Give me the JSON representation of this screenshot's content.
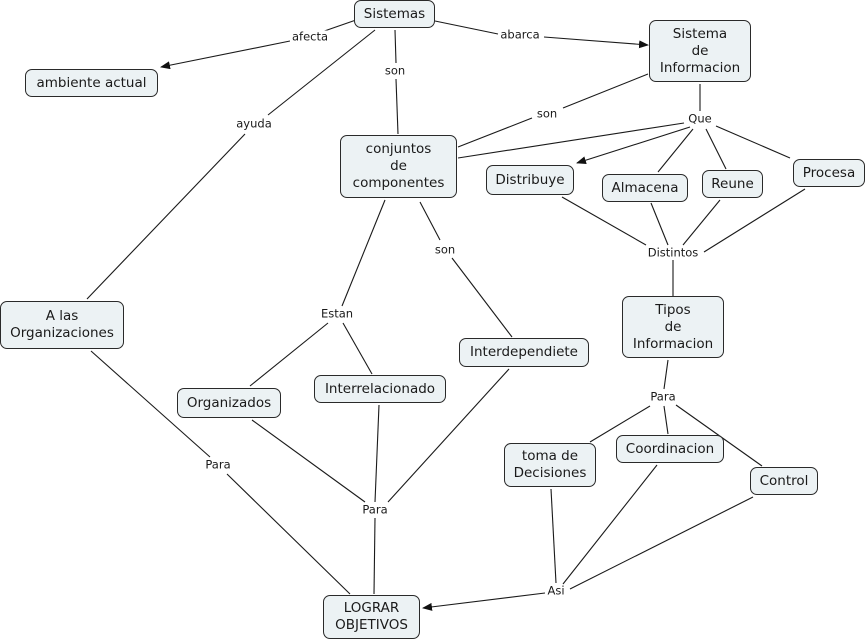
{
  "concepts": {
    "sistemas": "Sistemas",
    "ambiente": "ambiente actual",
    "sistema_info": "Sistema\nde\nInformacion",
    "conjuntos": "conjuntos\nde\ncomponentes",
    "distribuye": "Distribuye",
    "almacena": "Almacena",
    "reune": "Reune",
    "procesa": "Procesa",
    "organizaciones": "A las\nOrganizaciones",
    "tipos_info": "Tipos\nde\nInformacion",
    "organizados": "Organizados",
    "interrelacionado": "Interrelacionado",
    "interdependiete": "Interdependiete",
    "toma_decisiones": "toma de\nDecisiones",
    "coordinacion": "Coordinacion",
    "control": "Control",
    "lograr": "LOGRAR\nOBJETIVOS"
  },
  "linking_phrases": {
    "afecta": "afecta",
    "abarca": "abarca",
    "son_1": "son",
    "ayuda": "ayuda",
    "son_2": "son",
    "que": "Que",
    "distintos": "Distintos",
    "son_3": "son",
    "estan": "Estan",
    "para_1": "Para",
    "para_2": "Para",
    "para_3": "Para",
    "asi": "Asi"
  },
  "colors": {
    "node_fill": "#ecf2f4",
    "node_border": "#2a2a2a",
    "line": "#1a1a1a"
  }
}
